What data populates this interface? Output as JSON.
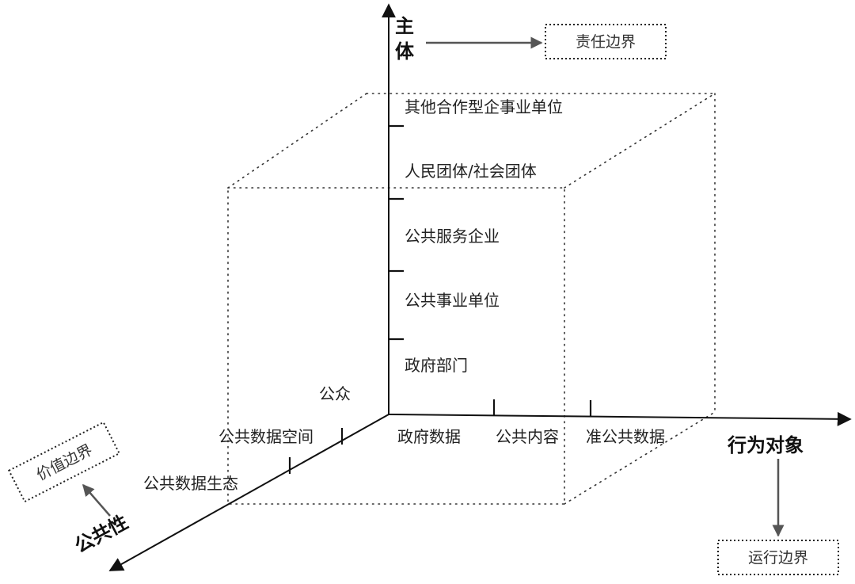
{
  "axes": {
    "vertical": {
      "title_lines": [
        "主",
        "体"
      ]
    },
    "horizontal": {
      "title": "行为对象"
    },
    "diagonal": {
      "title": "公共性"
    }
  },
  "subject_labels": [
    "其他合作型企事业单位",
    "人民团体/社会团体",
    "公共服务企业",
    "公共事业单位",
    "政府部门"
  ],
  "object_labels": [
    "政府数据",
    "公共内容",
    "准公共数据"
  ],
  "publicness_labels": [
    "公众",
    "公共数据空间",
    "公共数据生态"
  ],
  "boundaries": {
    "responsibility": "责任边界",
    "operation": "运行边界",
    "value": "价值边界"
  }
}
